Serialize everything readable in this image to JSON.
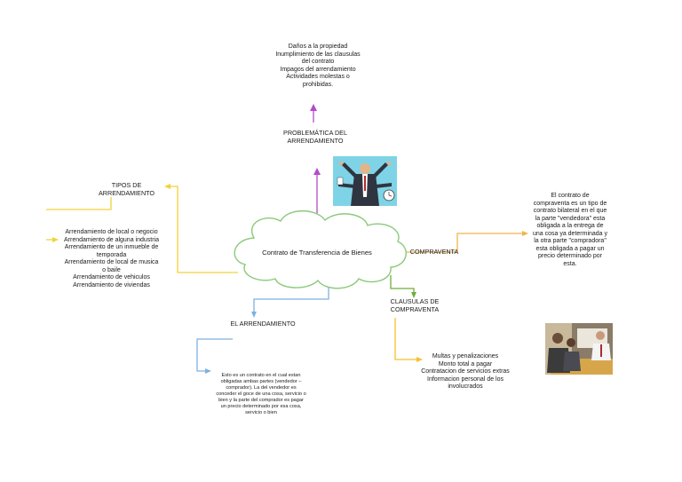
{
  "center": {
    "label": "Contrato de Transferencia de Bienes"
  },
  "problematica": {
    "topic": "PROBLEMÁTICA DEL\nARRENDAMIENTO",
    "detail": "Daños a la propiedad\nInumplimiento de las clausulas\ndel contrato\nImpagos del arrendamiento\nActividades molestas o\nprohibidas."
  },
  "tipos": {
    "topic": "TIPOS DE\nARRENDAMIENTO",
    "detail": "Arrendamiento de local o negocio\nArrendamiento de alguna industria\nArrendamiento de un inmueble de\ntemporada\nArrendamiento de local de musica\no baile\nArrendamiento de vehiculos\nArrendamiento de viviendas"
  },
  "compraventa": {
    "topic": "COMPRAVENTA",
    "detail": "El contrato de\ncompraventa es un tipo de\ncontrato bilateral en el que\nla parte \"vendedora\" esta\nobligada a la entrega de\nuna cosa ya determinada y\nla otra parte \"compradora\"\nesta obligada a pagar un\nprecio determinado por\nesta."
  },
  "clausulas": {
    "topic": "CLAUSULAS DE\nCOMPRAVENTA",
    "detail": "Multas y penalizaciones\nMonto total a pagar\nContratacion de servicios extras\nInformacion personal de los\ninvolucrados"
  },
  "arrendamiento": {
    "topic": "EL ARRENDAMIENTO",
    "detail": "Esto es un contrato en el cual estan\nobligadas ambas partes (vendedor –\ncomprador). La del vendedor es\nconceder el goce de una cosa, servicio o\nbien y la parte del comprador es pagar\nun precio determinado por esa cosa,\nservicio o bien"
  },
  "colors": {
    "problematica": "#b44bc9",
    "tipos": "#f2d23a",
    "compraventa": "#f0b54a",
    "clausulas": "#6fae3c",
    "clausulas_detail": "#f5c02e",
    "arrendamiento": "#7fb1e0",
    "cloud_fill": "#ffffff",
    "cloud_stroke": "#8cc97a"
  },
  "icons": [
    "stressed-businessman-illustration",
    "office-meeting-photo"
  ]
}
